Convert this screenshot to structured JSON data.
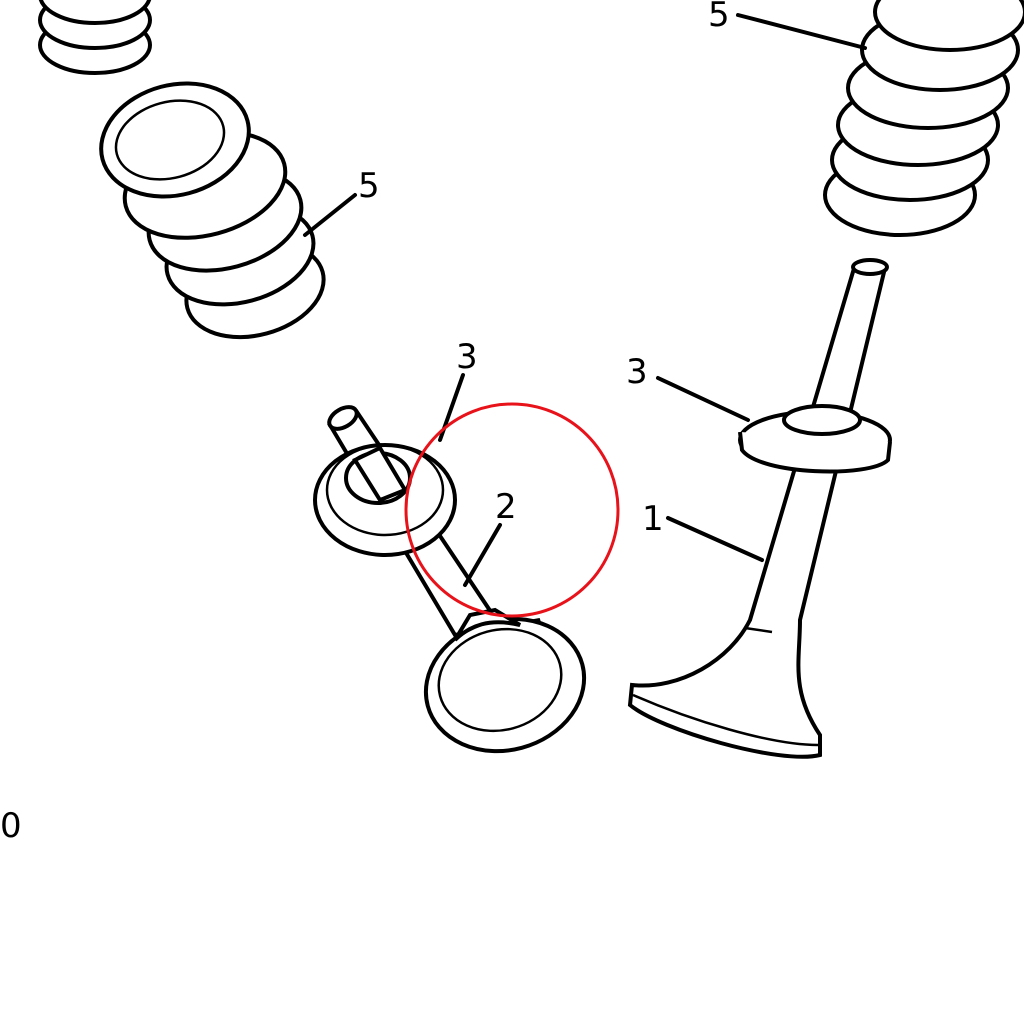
{
  "diagram": {
    "labels": {
      "spring_left": "5",
      "spring_right": "5",
      "retainer_left": "3",
      "retainer_right": "3",
      "valve_left": "2",
      "valve_right": "1",
      "edge_fragment": "0"
    },
    "highlight_color": "#e8121a"
  }
}
